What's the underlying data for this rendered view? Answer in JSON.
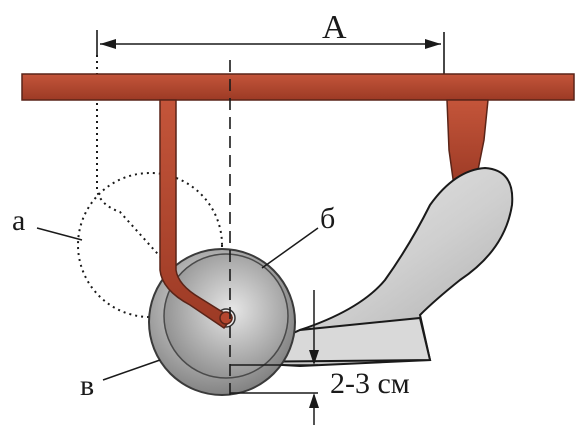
{
  "labels": {
    "distance": "А",
    "part_a": "а",
    "part_b": "б",
    "part_v": "в",
    "depth": "2-3 см"
  },
  "colors": {
    "beam": "#b5472f",
    "beam_stroke": "#5a2418",
    "share": "#cfcfcf",
    "disc_outer": "#b9b9b9",
    "disc_inner": "#8a8a8a",
    "ink": "#1a1a1a"
  }
}
